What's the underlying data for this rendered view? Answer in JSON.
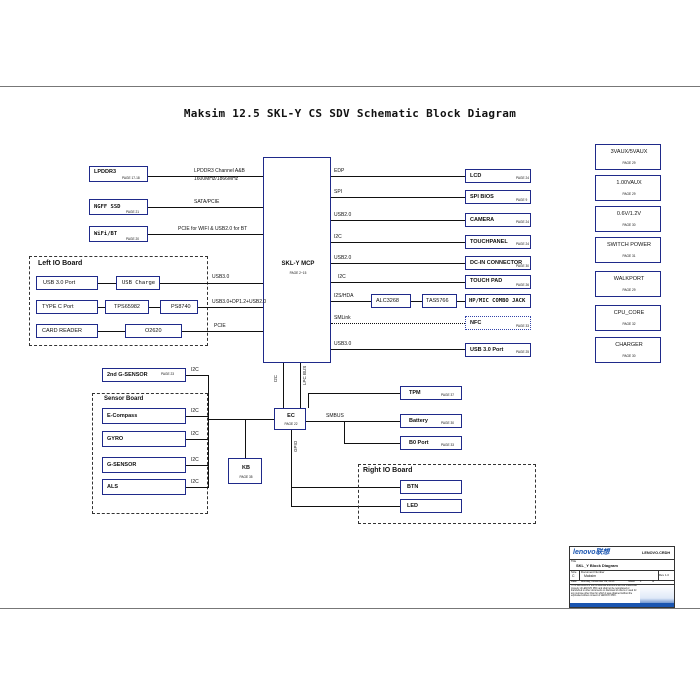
{
  "title": "Maksim  12.5 SKL-Y  CS SDV Schematic Block Diagram",
  "cpu": {
    "label": "SKL-Y MCP",
    "page": "PAGE 2~15"
  },
  "ec": {
    "label": "EC",
    "page": "PAGE 22"
  },
  "left_blocks": {
    "lpddr3": {
      "label": "LPDDR3",
      "page": "PAGE 17-18"
    },
    "ngff_ssd": {
      "label": "NGFF SSD",
      "page": "PAGE 21"
    },
    "wifi_bt": {
      "label": "WiFi/BT",
      "page": "PAGE 20"
    }
  },
  "left_nets": {
    "lpddr3_line1": "LPDDR3 Channel A&B",
    "lpddr3_line2": "1600MHz/1866MHz",
    "sata_pcie": "SATA/PCIE",
    "pcie_wifi": "PCIE for WIFI & USB2.0 for BT",
    "usb3": "USB3.0",
    "usb3_dp": "USB3.0+DP1.2+USB2.0",
    "pcie": "PCIE"
  },
  "left_io": {
    "title": "Left  IO Board",
    "usb30_port": "USB 3.0 Port",
    "usb_charge": "USB Charge",
    "typec_port": "TYPE C Port",
    "tps": "TPS65982",
    "ps8740": "PS8740",
    "card_reader": "CARD READER",
    "o2620": "O2620"
  },
  "right_nets": {
    "edp": "EDP",
    "spi": "SPI",
    "usb20_a": "USB2.0",
    "i2c_a": "I2C",
    "usb20_b": "USB2.0",
    "i2c_b": "I2C",
    "i2s_hda": "I2S/HDA",
    "smlink": "SMLink",
    "usb30": "USB3.0"
  },
  "right_blocks": {
    "lcd": {
      "label": "LCD",
      "page": "PAGE 24"
    },
    "spi_bios": {
      "label": "SPI BIOS",
      "page": "PAGE 9"
    },
    "camera": {
      "label": "CAMERA",
      "page": "PAGE 24"
    },
    "touchpanel": {
      "label": "TOUCHPANEL",
      "page": "PAGE 24"
    },
    "dcin": {
      "label": "DC-IN CONNECTOR",
      "page": "PAGE 30"
    },
    "touchpad": {
      "label": "TOUCH PAD",
      "page": "PAGE 26"
    },
    "alc3268": {
      "label": "ALC3268"
    },
    "tas5766": {
      "label": "TAS5766"
    },
    "hp_mic": {
      "label": "HP/MIC COMBO JACK"
    },
    "nfc": {
      "label": "NFC",
      "page": "PAGE 33"
    },
    "usb30_port": {
      "label": "USB 3.0 Port",
      "page": "PAGE 25"
    }
  },
  "power": [
    {
      "label": "3VAUX/5VAUX",
      "page": "PAGE 29"
    },
    {
      "label": "1.00VAUX",
      "page": "PAGE 29"
    },
    {
      "label": "0.6V/1.2V",
      "page": "PAGE 30"
    },
    {
      "label": "SWITCH POWER",
      "page": "PAGE 31"
    },
    {
      "label": "WALKPORT",
      "page": "PAGE 29"
    },
    {
      "label": "CPU_CORE",
      "page": "PAGE 32"
    },
    {
      "label": "CHARGER",
      "page": "PAGE 30"
    }
  ],
  "sensor": {
    "second_gsensor": {
      "label": "2nd G-SENSOR",
      "page": "PAGE 23"
    },
    "title": "Sensor Board",
    "ecompass": "E-Compass",
    "gyro": "GYRO",
    "gsensor": "G-SENSOR",
    "als": "ALS",
    "i2c": "I2C"
  },
  "ec_nets": {
    "i2c_cpu": "I2C",
    "lpc_bus": "LPC BUS",
    "smbus": "SMBUS",
    "gpio": "GPIO"
  },
  "ec_blocks": {
    "tpm": {
      "label": "TPM",
      "page": "PAGE 37"
    },
    "battery": {
      "label": "Battery",
      "page": "PAGE 30"
    },
    "b0_port": {
      "label": "B0 Port",
      "page": "PAGE 33"
    },
    "kb": {
      "label": "KB",
      "page": "PAGE 35"
    }
  },
  "right_io": {
    "title": "Right  IO Board",
    "btn": "BTN",
    "led": "LED"
  },
  "title_block": {
    "logo": "lenovo联想",
    "company": "LENOVO.CRDH",
    "title_label": "Title",
    "title": "SKL_Y Block Diagram",
    "size_label": "Size",
    "size": "C",
    "doc_label": "Document Number",
    "doc": "Maksim",
    "rev_label": "Rev",
    "rev": "1.0",
    "date_label": "Date:",
    "date": "Monday, November 09, 2015",
    "sheet_label": "Sheet",
    "sheet": "1",
    "of_label": "of",
    "notice": "THIS DRAWING is the confidential document and the intellectual property of LENOVO PRC and shall not be reproduced or transferred to other documents or disclosed to others or used for any purpose other than for which it was obtained without the expressed written consent of LENOVO PRC."
  },
  "colors": {
    "box_border": "#1f2a8a",
    "line": "#111111",
    "logo_bg": "#1a55b0"
  }
}
